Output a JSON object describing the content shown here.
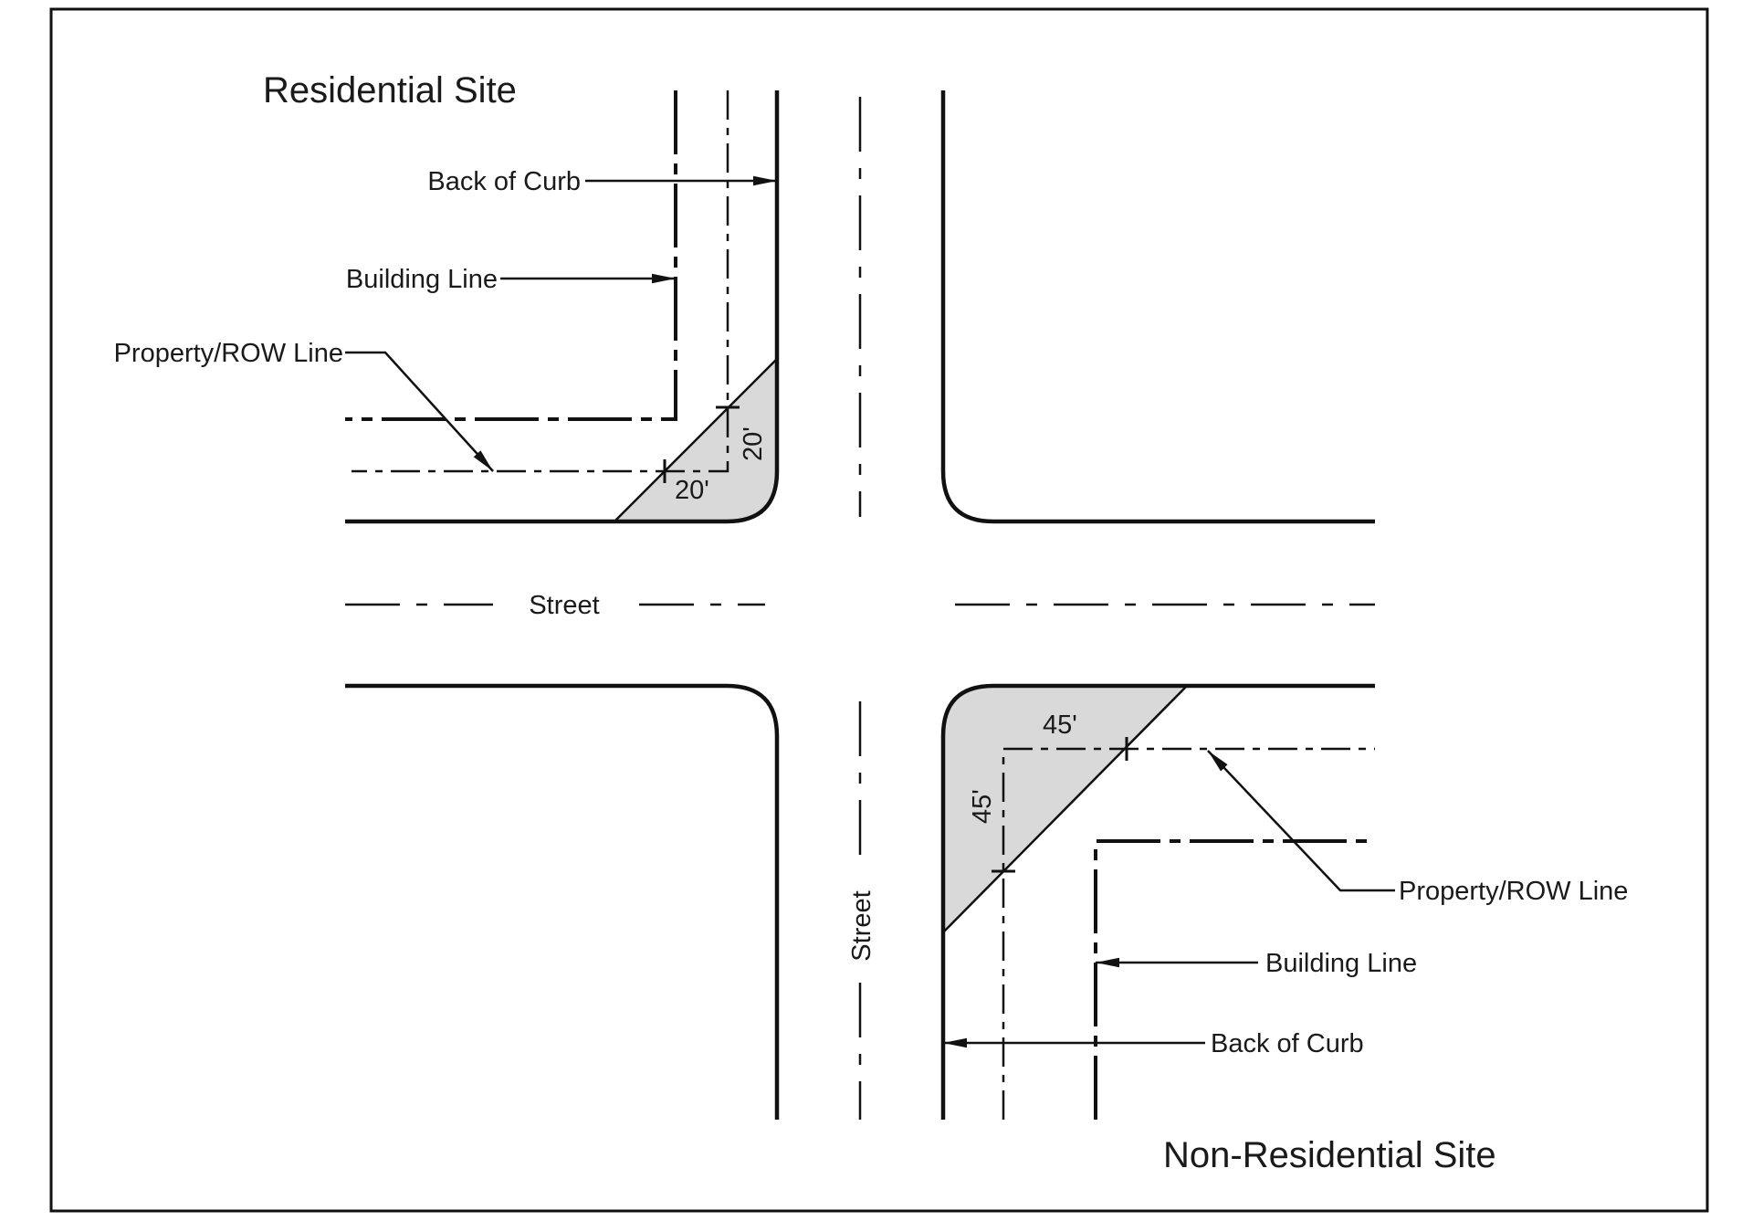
{
  "residential": {
    "title": "Residential Site",
    "back_of_curb": "Back of Curb",
    "building_line": "Building Line",
    "property_row_line": "Property/ROW Line",
    "dim_vertical": "20'",
    "dim_horizontal": "20'"
  },
  "non_residential": {
    "title": "Non-Residential Site",
    "back_of_curb": "Back of Curb",
    "building_line": "Building Line",
    "property_row_line": "Property/ROW Line",
    "dim_vertical": "45'",
    "dim_horizontal": "45'"
  },
  "streets": {
    "horizontal_label": "Street",
    "vertical_label": "Street"
  },
  "colors": {
    "sight_triangle_fill": "#d9d9d9",
    "line_color": "#111111"
  }
}
